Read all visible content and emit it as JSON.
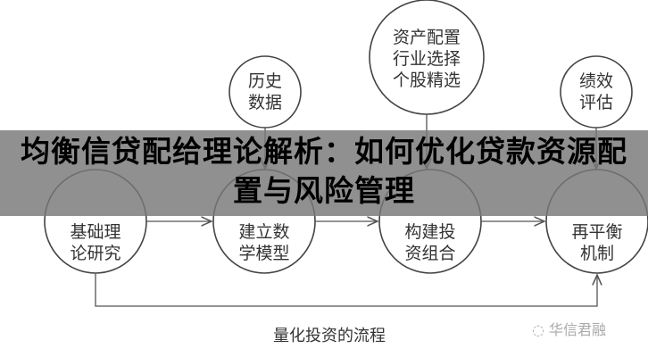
{
  "nodes": {
    "basic_research": "基础理\n论研究",
    "build_model": "建立数\n学模型",
    "build_portfolio": "构建投\n资组合",
    "rebalance": "再平衡\n机制",
    "history_data": "历史\n数据",
    "asset_allocation": "资产配置\n行业选择\n个股精选",
    "performance_eval": "绩效\n评估"
  },
  "caption": "量化投资的流程",
  "watermark": "华信君融",
  "title": "均衡信贷配给理论解析：如何优化贷款资源配置与风险管理"
}
